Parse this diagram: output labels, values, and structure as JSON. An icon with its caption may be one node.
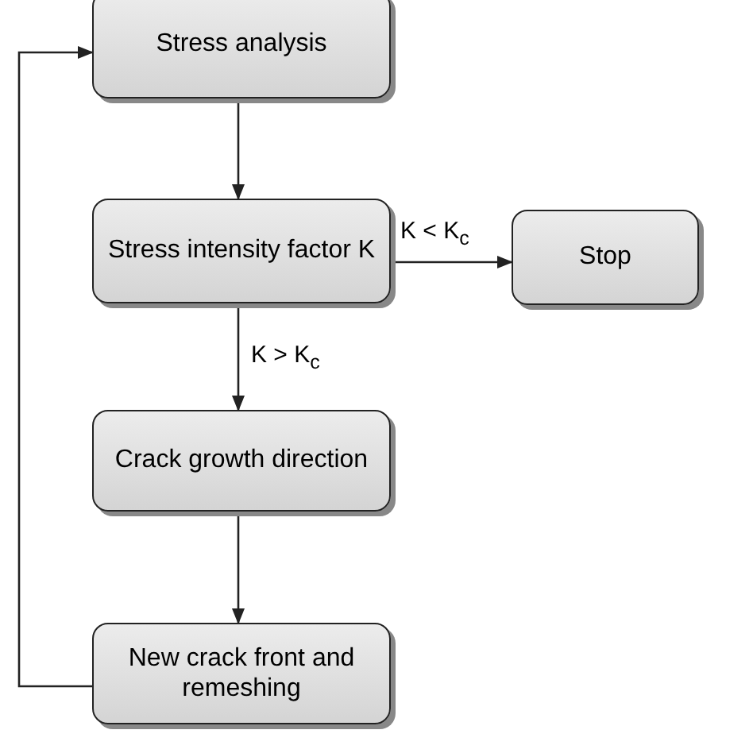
{
  "diagram": {
    "nodes": [
      {
        "text": [
          "Stress analysis"
        ]
      },
      {
        "text": [
          "Stress intensity factor K"
        ]
      },
      {
        "text": [
          "Stop"
        ]
      },
      {
        "text": [
          "Crack growth direction"
        ]
      },
      {
        "text": [
          "New crack front and remeshing"
        ]
      }
    ],
    "edges": [
      {
        "from": 0,
        "to": 1,
        "arrow": "to"
      },
      {
        "from": 1,
        "to": 2,
        "arrow": "to",
        "label": "K < K$_{c}$"
      },
      {
        "from": 1,
        "to": 3,
        "arrow": "to",
        "label": "K > K$_{c}$"
      },
      {
        "from": 3,
        "to": 4,
        "arrow": "to"
      },
      {
        "from": 4,
        "to": 0,
        "arrow": "to"
      }
    ]
  }
}
